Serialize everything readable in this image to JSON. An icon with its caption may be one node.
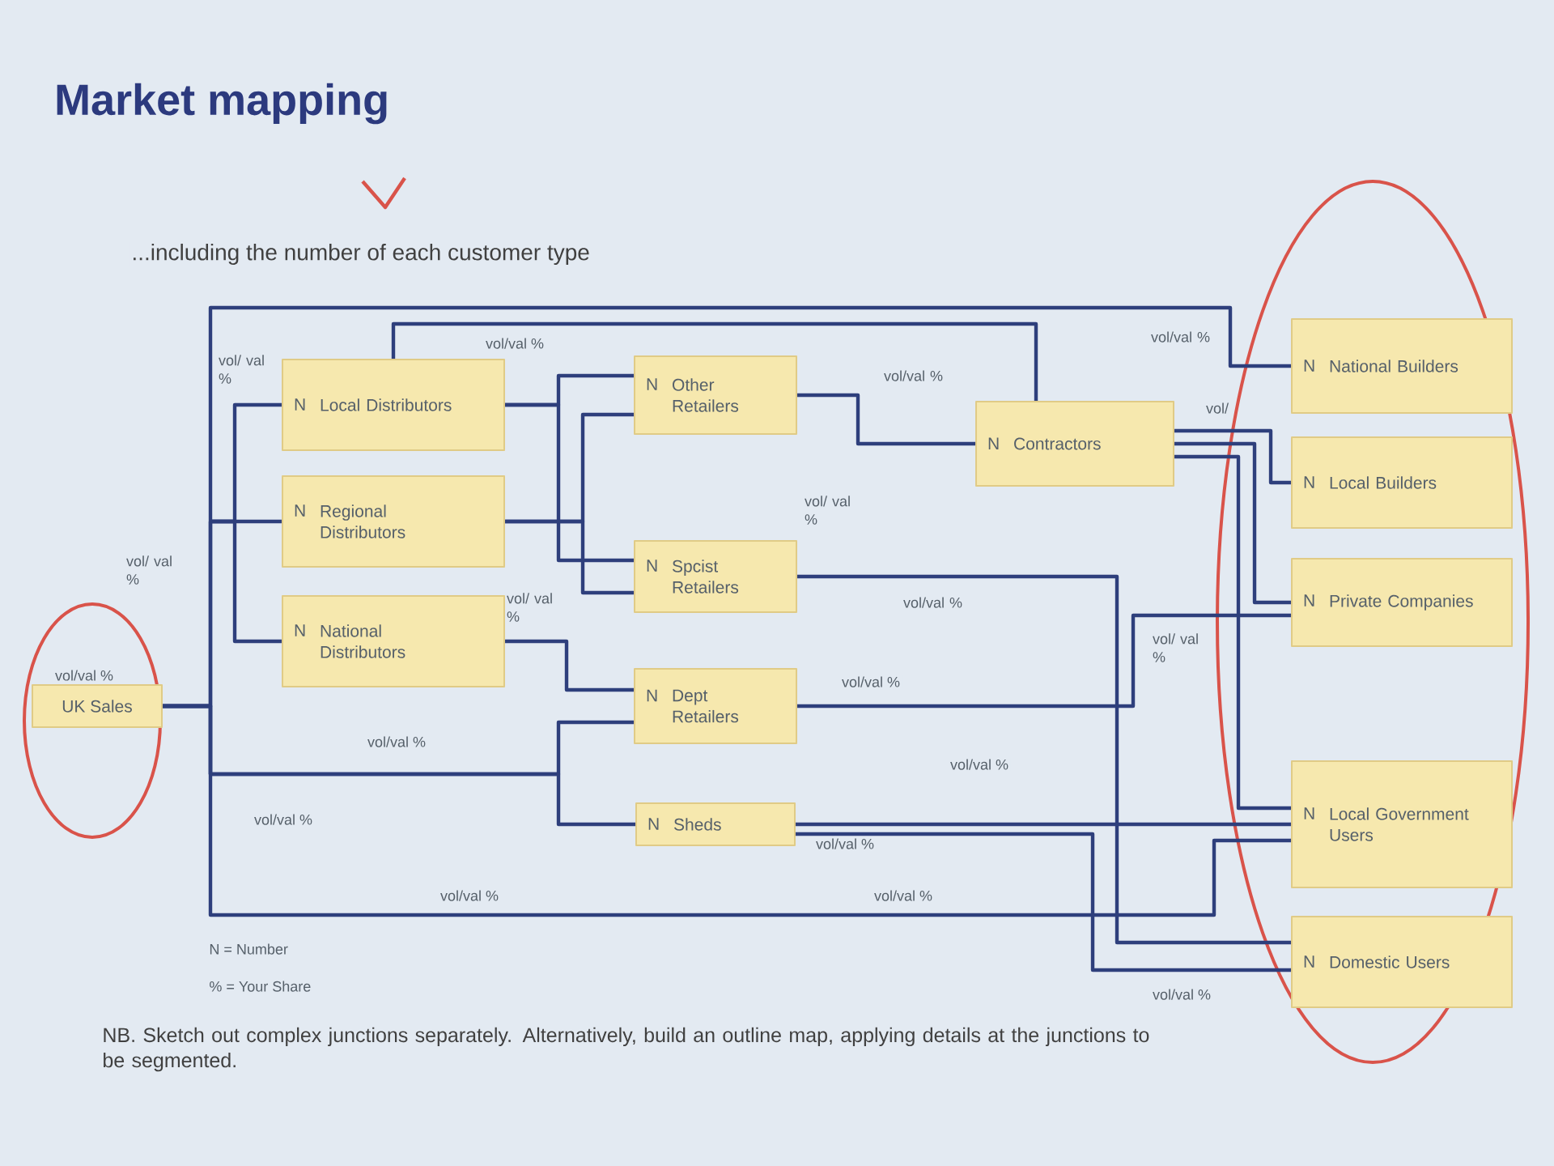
{
  "diagram": {
    "title": "Market mapping",
    "nodes": [
      {
        "text": [
          "UK Sales"
        ],
        "beside": [
          "vol/val %"
        ]
      },
      {
        "text": [
          "N",
          "Local Distributors"
        ]
      },
      {
        "text": [
          "N",
          "Regional Distributors"
        ]
      },
      {
        "text": [
          "N",
          "National Distributors"
        ]
      },
      {
        "text": [
          "N",
          "Other Retailers"
        ]
      },
      {
        "text": [
          "N",
          "Spcist Retailers"
        ]
      },
      {
        "text": [
          "N",
          "Dept Retailers"
        ]
      },
      {
        "text": [
          "N",
          "Sheds"
        ]
      },
      {
        "text": [
          "N",
          "Contractors"
        ]
      },
      {
        "text": [
          "N",
          "National Builders"
        ]
      },
      {
        "text": [
          "N",
          "Local Builders"
        ]
      },
      {
        "text": [
          "N",
          "Private Companies"
        ]
      },
      {
        "text": [
          "N",
          "Local Government Users"
        ]
      },
      {
        "text": [
          "N",
          "Domestic Users"
        ]
      }
    ],
    "edges": [
      {
        "from": 0,
        "to": 1,
        "arrow": "none"
      },
      {
        "from": 0,
        "to": 2,
        "arrow": "none"
      },
      {
        "from": 0,
        "to": 3,
        "arrow": "none"
      },
      {
        "from": 0,
        "to": 9,
        "arrow": "none"
      },
      {
        "from": 0,
        "to": 6,
        "arrow": "none"
      },
      {
        "from": 0,
        "to": 7,
        "arrow": "none"
      },
      {
        "from": 0,
        "to": 12,
        "arrow": "none"
      },
      {
        "from": 1,
        "to": 4,
        "arrow": "none"
      },
      {
        "from": 1,
        "to": 5,
        "arrow": "none"
      },
      {
        "from": 1,
        "to": 8,
        "arrow": "none"
      },
      {
        "from": 2,
        "to": 4,
        "arrow": "none"
      },
      {
        "from": 2,
        "to": 5,
        "arrow": "none"
      },
      {
        "from": 3,
        "to": 6,
        "arrow": "none"
      },
      {
        "from": 4,
        "to": 8,
        "arrow": "none"
      },
      {
        "from": 5,
        "to": 13,
        "arrow": "none"
      },
      {
        "from": 6,
        "to": 11,
        "arrow": "none"
      },
      {
        "from": 7,
        "to": 12,
        "arrow": "none"
      },
      {
        "from": 7,
        "to": 13,
        "arrow": "none"
      },
      {
        "from": 8,
        "to": 10,
        "arrow": "none"
      },
      {
        "from": 8,
        "to": 11,
        "arrow": "none"
      },
      {
        "from": 8,
        "to": 12,
        "arrow": "none"
      }
    ],
    "labels": [
      "...including the number of each customer type",
      "vol/ val %",
      "vol/val %",
      "vol/val %",
      "vol/val %",
      "vol/",
      "vol/ val %",
      "vol/ val %",
      "vol/ val %",
      "vol/val %",
      "vol/ val %",
      "vol/val %",
      "vol/val %",
      "vol/val %",
      "vol/val %",
      "vol/val %",
      "vol/val %",
      "vol/val %",
      "vol/val %",
      "N = Number",
      "% = Your Share",
      "NB. Sketch out complex junctions separately. Alternatively, build an outline map, applying details at the junctions to be segmented."
    ]
  }
}
